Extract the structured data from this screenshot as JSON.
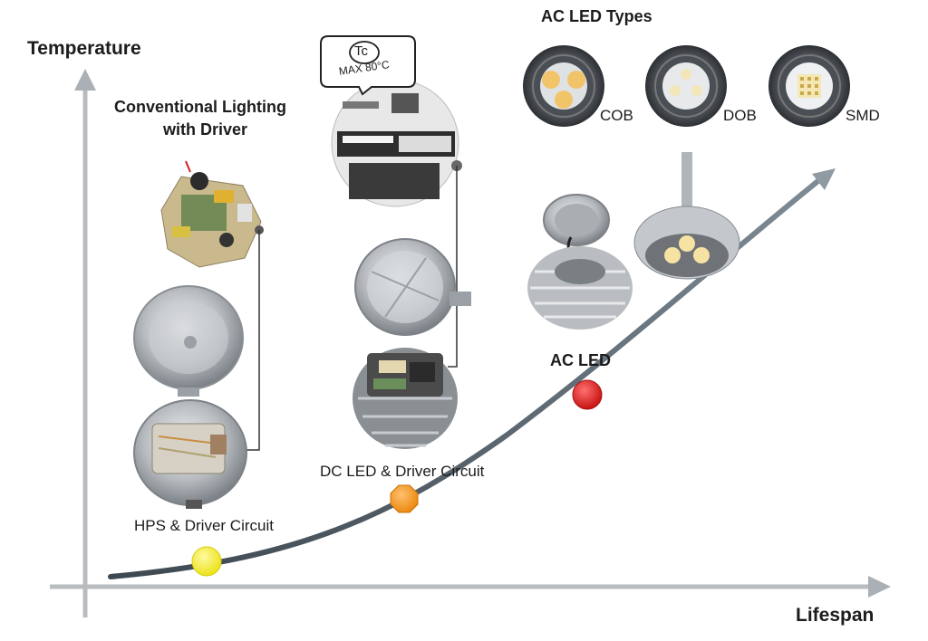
{
  "axes": {
    "y_label": "Temperature",
    "x_label": "Lifespan"
  },
  "groups": {
    "conventional_title_line1": "Conventional Lighting",
    "conventional_title_line2": "with Driver",
    "ac_types_title": "AC LED Types"
  },
  "stages": [
    {
      "label": "HPS & Driver Circuit",
      "marker_color": "#f5ee1e"
    },
    {
      "label": "DC LED & Driver Circuit",
      "marker_color": "#f39a17"
    },
    {
      "label": "AC LED",
      "marker_color": "#d81c1c"
    }
  ],
  "ac_led_types": [
    "COB",
    "DOB",
    "SMD"
  ],
  "tc_badge": {
    "line1": "Tc",
    "line2": "MAX 80°C"
  },
  "colors": {
    "axis": "#b9bcbf",
    "curve": "#4f5c66",
    "arrow_head": "#8f9aa3"
  }
}
